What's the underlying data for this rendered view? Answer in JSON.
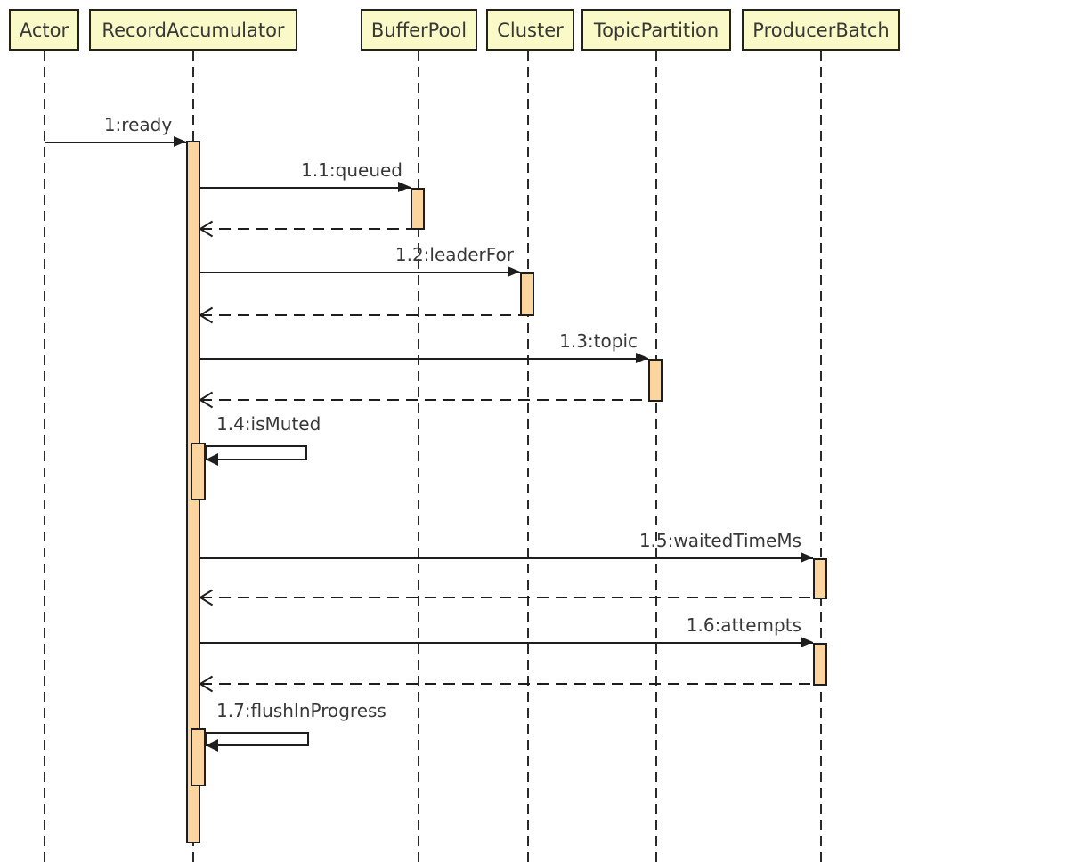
{
  "diagram_type": "uml-sequence-diagram",
  "participants": [
    {
      "name": "Actor"
    },
    {
      "name": "RecordAccumulator"
    },
    {
      "name": "BufferPool"
    },
    {
      "name": "Cluster"
    },
    {
      "name": "TopicPartition"
    },
    {
      "name": "ProducerBatch"
    }
  ],
  "messages": [
    {
      "label": "1:ready",
      "from": "Actor",
      "to": "RecordAccumulator",
      "type": "call",
      "reply": false
    },
    {
      "label": "1.1:queued",
      "from": "RecordAccumulator",
      "to": "BufferPool",
      "type": "call",
      "reply": true
    },
    {
      "label": "1.2:leaderFor",
      "from": "RecordAccumulator",
      "to": "Cluster",
      "type": "call",
      "reply": true
    },
    {
      "label": "1.3:topic",
      "from": "RecordAccumulator",
      "to": "TopicPartition",
      "type": "call",
      "reply": true
    },
    {
      "label": "1.4:isMuted",
      "from": "RecordAccumulator",
      "to": "RecordAccumulator",
      "type": "self-call",
      "reply": false
    },
    {
      "label": "1.5:waitedTimeMs",
      "from": "RecordAccumulator",
      "to": "ProducerBatch",
      "type": "call",
      "reply": true
    },
    {
      "label": "1.6:attempts",
      "from": "RecordAccumulator",
      "to": "ProducerBatch",
      "type": "call",
      "reply": true
    },
    {
      "label": "1.7:flushInProgress",
      "from": "RecordAccumulator",
      "to": "RecordAccumulator",
      "type": "self-call",
      "reply": false
    }
  ],
  "colors": {
    "header_fill": "#FAFAC8",
    "activation_fill": "#FBD49E",
    "border": "#22221A",
    "line": "#1E1E1E",
    "text": "#383838",
    "bg": "#FFFFFF"
  }
}
